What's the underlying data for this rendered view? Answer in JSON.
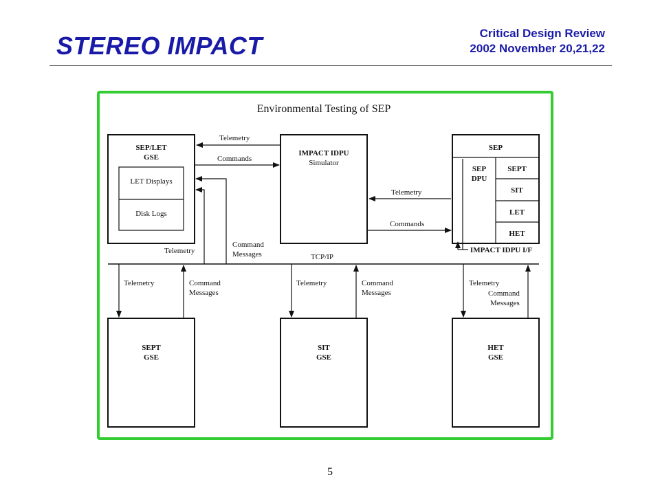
{
  "header": {
    "title": "STEREO IMPACT",
    "review_line1": "Critical Design Review",
    "review_line2": "2002 November 20,21,22"
  },
  "diagram": {
    "title": "Environmental Testing of SEP",
    "sep_let_gse": {
      "line1": "SEP/LET",
      "line2": "GSE",
      "let_displays": "LET Displays",
      "disk_logs": "Disk Logs"
    },
    "idpu_sim": {
      "line1": "IMPACT IDPU",
      "line2": "Simulator"
    },
    "sep": {
      "title": "SEP",
      "dpu_line1": "SEP",
      "dpu_line2": "DPU",
      "sept": "SEPT",
      "sit": "SIT",
      "let": "LET",
      "het": "HET"
    },
    "labels": {
      "telemetry": "Telemetry",
      "commands": "Commands",
      "command": "Command",
      "messages": "Messages",
      "tcpip": "TCP/IP",
      "idpu_if": "IMPACT IDPU I/F"
    },
    "sept_gse": {
      "line1": "SEPT",
      "line2": "GSE"
    },
    "sit_gse": {
      "line1": "SIT",
      "line2": "GSE"
    },
    "het_gse": {
      "line1": "HET",
      "line2": "GSE"
    }
  },
  "page_number": "5",
  "colors": {
    "title_blue": "#1a1aa8",
    "frame_green": "#33cc33"
  }
}
